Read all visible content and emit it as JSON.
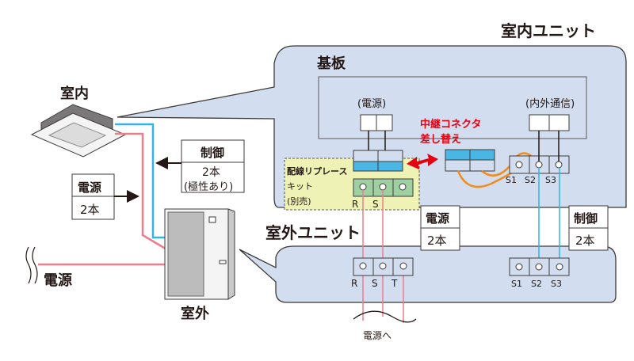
{
  "colors": {
    "unit_panel_fill": "#d2ddef",
    "kit_fill": "#eef2b4",
    "terminal_green": "#9fd0a2",
    "connector_blue": "#4ab6e4",
    "power_wire": "#ee7d8c",
    "control_wire": "#33b4e8",
    "orange_wire": "#f08c1e",
    "accent_red": "#e50012",
    "outline": "#3e3a39"
  },
  "labels": {
    "indoor_unit_title": "室内ユニット",
    "board": "基板",
    "power_connector": "(電源)",
    "comm_connector": "(内外通信)",
    "relay_note_line1": "中継コネクタ",
    "relay_note_line2": "差し替え",
    "kit_line1": "配線リプレース",
    "kit_line2": "キット",
    "kit_line3": "(別売)",
    "outdoor_unit_title": "室外ユニット",
    "indoor": "室内",
    "outdoor": "室外",
    "power_source": "電源",
    "to_power": "電源へ"
  },
  "boxes": {
    "control_left": {
      "title": "制御",
      "line1": "2本",
      "line2": "(極性あり)"
    },
    "power_left": {
      "title": "電源",
      "value": "2本"
    },
    "power_mid": {
      "title": "電源",
      "value": "2本"
    },
    "control_right": {
      "title": "制御",
      "value": "2本"
    }
  },
  "terminals": {
    "kit": [
      "R",
      "S"
    ],
    "indoor_signal": [
      "S1",
      "S2",
      "S3"
    ],
    "outdoor_power": [
      "R",
      "S",
      "T"
    ],
    "outdoor_signal": [
      "S1",
      "S2",
      "S3"
    ]
  }
}
